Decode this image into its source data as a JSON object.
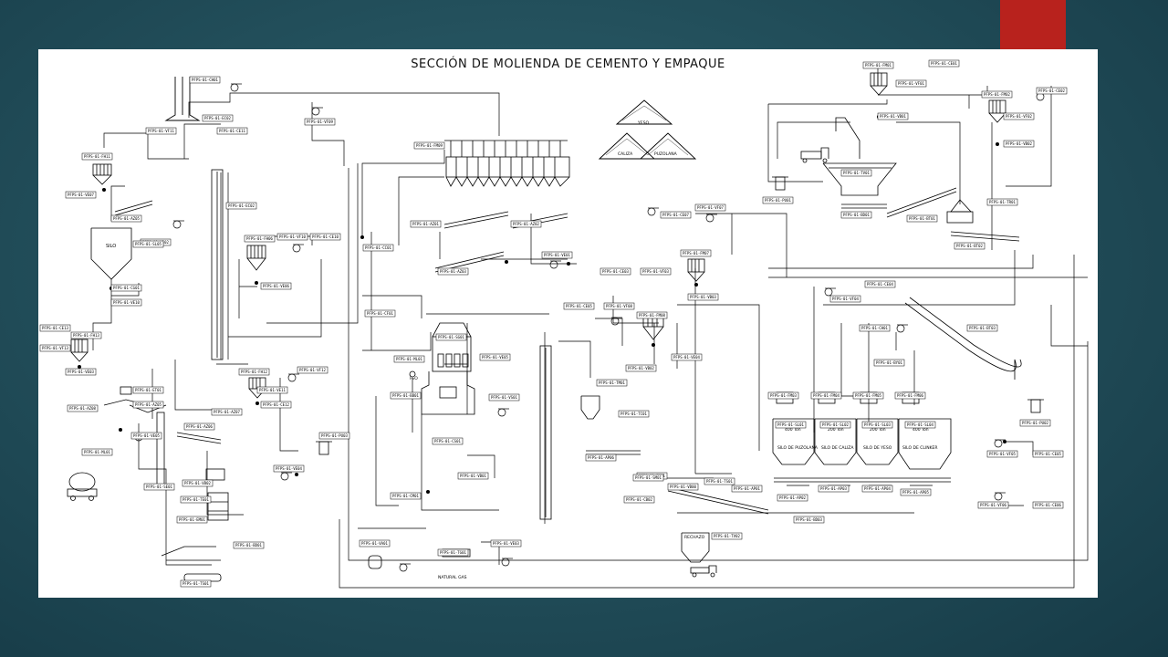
{
  "title": "SECCIÓN DE MOLIENDA DE CEMENTO Y EMPAQUE",
  "stockpiles": [
    "YESO",
    "CALIZA",
    "PUZOLANA"
  ],
  "silos": [
    {
      "name": "SILO DE PUZOLANA",
      "capacity": "400 Ton"
    },
    {
      "name": "SILO DE CALIZA",
      "capacity": "200 Ton"
    },
    {
      "name": "SILO DE YESO",
      "capacity": "200 Ton"
    },
    {
      "name": "SILO DE CLINKER",
      "capacity": "400 Ton"
    }
  ],
  "labels": {
    "silo_left": "SILO",
    "natural_gas": "NATURAL GAS",
    "rechazo": "RECHAZO",
    "h2o": "H₂O"
  },
  "tags": [
    "PFPS-01-CH01",
    "PFPS-01-EC02",
    "PFPS-01-VF09",
    "PFPS-01-CE11",
    "PFPS-01-VF11",
    "PFPS-01-FH11",
    "PFPS-01-VE07",
    "PFPS-01-AZ05",
    "PFPS-01-VE02",
    "PFPS-01-SL05",
    "PFPS-01-EC02",
    "PFPS-01-FH06",
    "PFPS-01-VF10",
    "PFPS-01-CE10",
    "PFPS-01-VE06",
    "PFPS-01-CG01",
    "PFPS-01-VE10",
    "PFPS-01-FM09",
    "PFPS-01-AZ01",
    "PFPS-01-AZ02",
    "PFPS-01-AZ03",
    "PFPS-01-VE01",
    "PFPS-01-CC01",
    "PFPS-01-CF01",
    "PFPS-01-SG01",
    "PFPS-01-ML01",
    "PFPS-01-VE05",
    "PFPS-01-BB01",
    "PFPS-01-VS01",
    "PFPS-01-PU03",
    "PFPS-01-CS01",
    "PFPS-01-VB01",
    "PFPS-01-CM01",
    "PFPS-01-VE03",
    "PFPS-01-TG01",
    "PFPS-01-VA01",
    "PFPS-01-SE01",
    "PFPS-01-FH12",
    "PFPS-01-VF12",
    "PFPS-01-CE12",
    "PFPS-01-VE11",
    "PFPS-01-AZ07",
    "PFPS-01-AZ06",
    "PFPS-01-VE04",
    "PFPS-01-VB02",
    "PFPS-01-TE01",
    "PFPS-01-EM01",
    "PFPS-01-BD01",
    "PFPS-01-TS01",
    "PFPS-01-CE13",
    "PFPS-01-VF13",
    "PFPS-01-FH13",
    "PFPS-01-VE03",
    "PFPS-01-ET01",
    "PFPS-01-AZ08",
    "PFPS-01-AZ05",
    "PFPS-01-VE05",
    "PFPS-01-ML01",
    "PFPS-01-CE05",
    "PFPS-01-VF08",
    "PFPS-01-FM08",
    "PFPS-01-VE04",
    "PFPS-01-TM01",
    "PFPS-01-AP06",
    "PFPS-01-EM01",
    "PFPS-01-CB02",
    "PFPS-01-TV02",
    "PFPS-01-CE03",
    "PFPS-01-VF03",
    "PFPS-01-CE07",
    "PFPS-01-VF07",
    "PFPS-01-FM07",
    "PFPS-01-VB03",
    "PFPS-01-FM01",
    "PFPS-01-CE01",
    "PFPS-01-VF01",
    "PFPS-01-VB01",
    "PFPS-01-TV01",
    "PFPS-01-BD01",
    "PFPS-01-BT01",
    "PFPS-01-PU01",
    "PFPS-01-FM02",
    "PFPS-01-CE02",
    "PFPS-01-VF02",
    "PFPS-01-VB02",
    "PFPS-01-TR01",
    "PFPS-01-BT02",
    "PFPS-01-VF04",
    "PFPS-01-CE04",
    "PFPS-01-CH01",
    "PFPS-01-BT03",
    "PFPS-01-BY01",
    "PFPS-01-FM03",
    "PFPS-01-FM04",
    "PFPS-01-FM05",
    "PFPS-01-FM06",
    "PFPS-01-SL01",
    "PFPS-01-SL02",
    "PFPS-01-SL03",
    "PFPS-01-SL04",
    "PFPS-01-PU02",
    "PFPS-01-VF05",
    "PFPS-01-CE05",
    "PFPS-01-VF06",
    "PFPS-01-CE06",
    "PFPS-01-AP01",
    "PFPS-01-AP02",
    "PFPS-01-AP03",
    "PFPS-01-AP04",
    "PFPS-01-AP05",
    "PFPS-01-BD03",
    "PFPS-01-SM01",
    "PFPS-01-TS01",
    "PFPS-01-TC01",
    "PFPS-01-VB00",
    "PFPS-01-VB02",
    "PFPS-01-VE09",
    "PFPS-01-VE08"
  ]
}
